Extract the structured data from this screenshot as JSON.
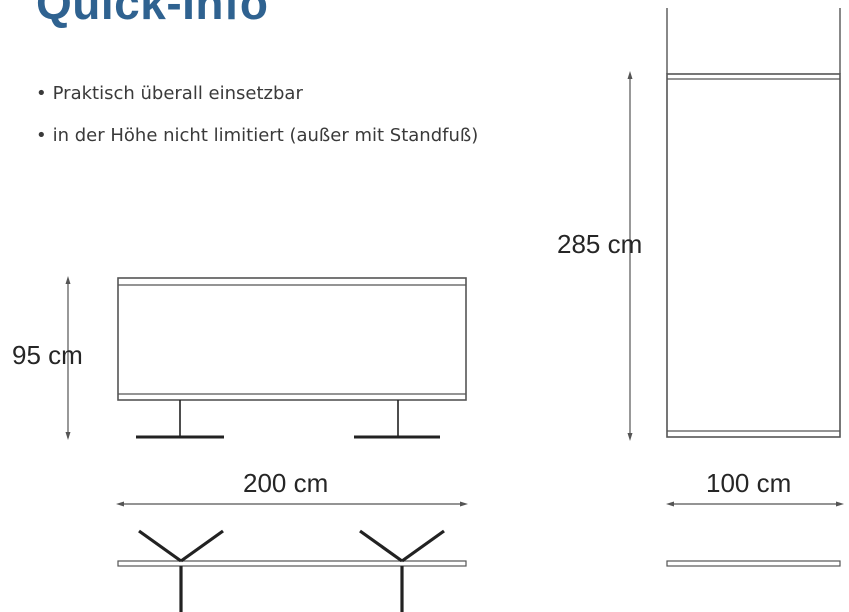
{
  "header": {
    "title": "Quick-Info"
  },
  "features": [
    "Praktisch überall einsetzbar",
    "in der Höhe nicht limitiert (außer mit Standfuß)"
  ],
  "dimensions": {
    "table_height": "95 cm",
    "table_width": "200 cm",
    "panel_height": "285 cm",
    "panel_width": "100 cm"
  },
  "colors": {
    "title": "#2f6290",
    "text": "#3a3a3a",
    "line": "#555555"
  }
}
